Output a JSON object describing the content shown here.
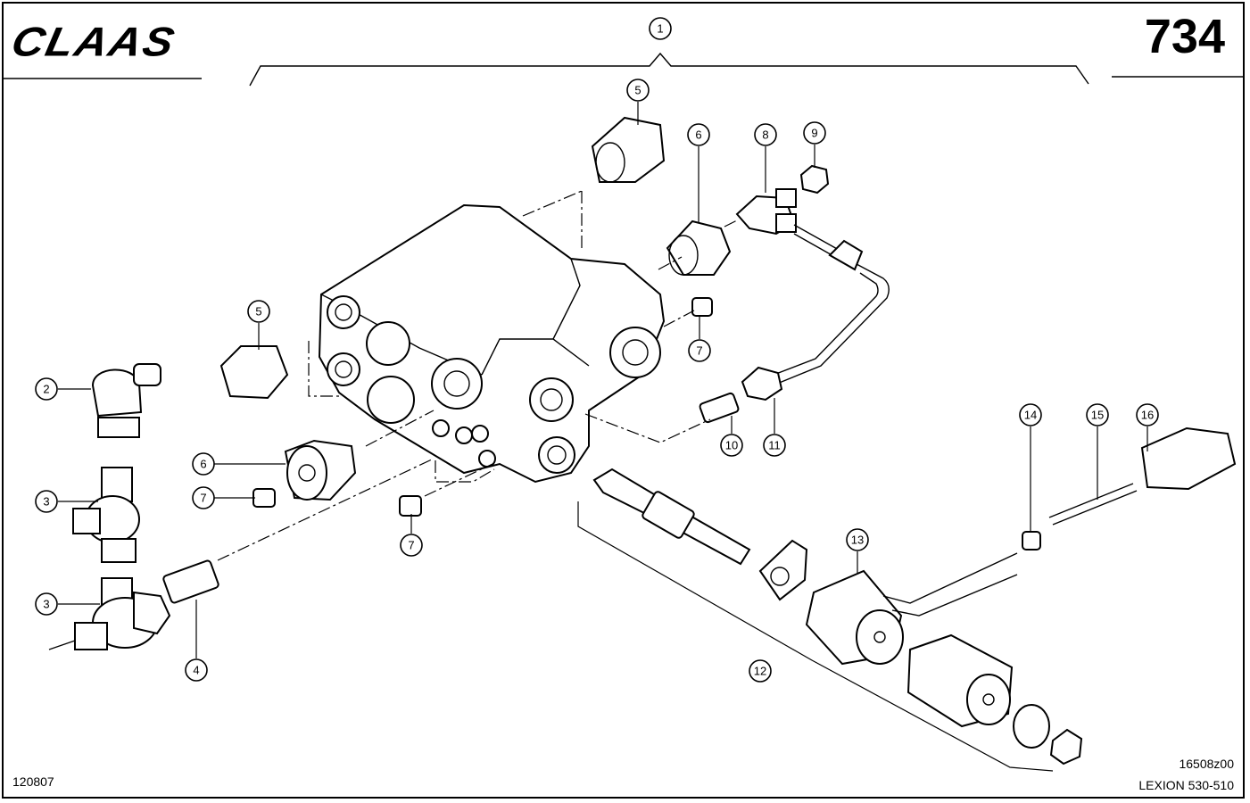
{
  "header": {
    "brand_logo": "CLAAS",
    "page_number": "734"
  },
  "footer": {
    "ref_number": "120807",
    "drawing_code": "16508z00",
    "model": "LEXION 530-510"
  },
  "callouts": [
    "1",
    "2",
    "3",
    "3",
    "4",
    "5",
    "5",
    "6",
    "6",
    "7",
    "7",
    "7",
    "8",
    "9",
    "10",
    "11",
    "12",
    "13",
    "14",
    "15",
    "16"
  ]
}
